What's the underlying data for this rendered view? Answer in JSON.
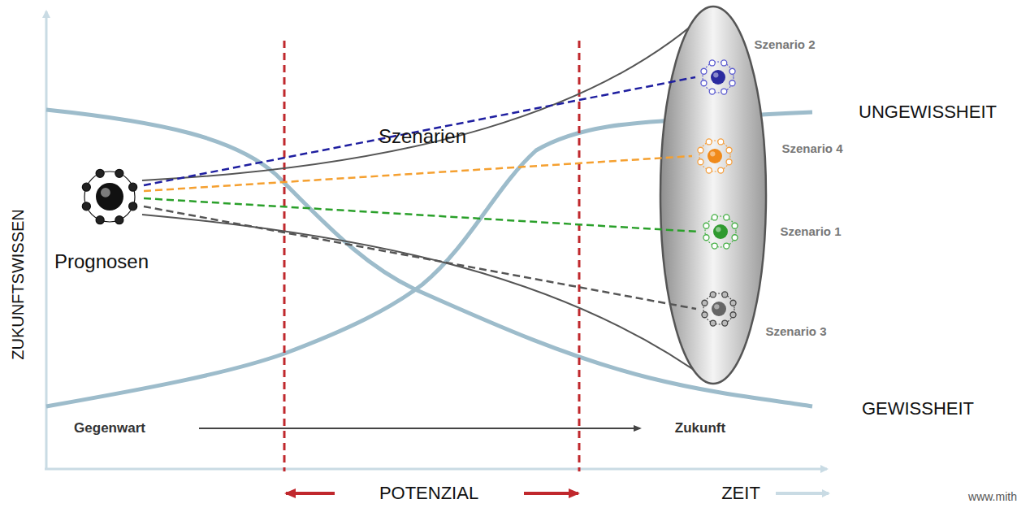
{
  "diagram": {
    "nodes": [
      {
        "text": [
          "Prognosen"
        ]
      },
      {
        "text": [
          "Szenario 2"
        ]
      },
      {
        "text": [
          "Szenario 4"
        ]
      },
      {
        "text": [
          "Szenario 1"
        ]
      },
      {
        "text": [
          "Szenario 3"
        ]
      }
    ],
    "edges": [
      {
        "from": 0,
        "to": 1,
        "arrow": "none"
      },
      {
        "from": 0,
        "to": 2,
        "arrow": "none"
      },
      {
        "from": 0,
        "to": 3,
        "arrow": "none"
      },
      {
        "from": 0,
        "to": 4,
        "arrow": "none"
      }
    ],
    "labels": [
      "ZUKUNFTSWISSEN",
      "Szenarien",
      "UNGEWISSHEIT",
      "GEWISSHEIT",
      "Gegenwart",
      "Zukunft",
      "POTENZIAL",
      "ZEIT",
      "www.mith"
    ]
  }
}
